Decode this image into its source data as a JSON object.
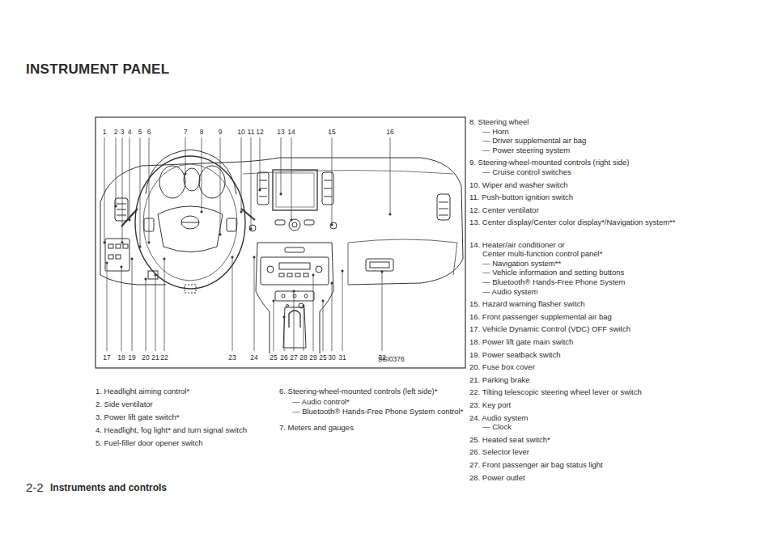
{
  "diagram": {
    "title": "INSTRUMENT PANEL",
    "labels": [
      "1",
      "2",
      "3",
      "4",
      "5",
      "6",
      "7",
      "8",
      "9",
      "10",
      "11",
      "12",
      "13",
      "14",
      "15",
      "16",
      "17",
      "18",
      "19",
      "20",
      "21",
      "22",
      "23",
      "24",
      "25",
      "26",
      "27",
      "28",
      "29",
      "25",
      "30",
      "31",
      "32",
      "SSI0376",
      "1. Headlight aiming control*",
      "2. Side ventilator",
      "3. Power lift gate switch*",
      "4. Headlight, fog light* and turn signal switch",
      "5. Fuel-filler door opener switch",
      "6. Steering-wheel-mounted controls (left side)*",
      "— Audio control*",
      "— Bluetooth® Hands-Free Phone System control*",
      "7. Meters and gauges",
      "8. Steering wheel",
      "— Horn",
      "— Driver supplemental air bag",
      "— Power steering system",
      "9. Steering-wheel-mounted controls (right side)",
      "— Cruise control switches",
      "10. Wiper and washer switch",
      "11. Push-button ignition switch",
      "12. Center ventilator",
      "13. Center display/Center color display*/Navigation system**",
      "14. Heater/air conditioner or",
      "Center multi-function control panel*",
      "— Navigation system**",
      "— Vehicle information and setting buttons",
      "— Bluetooth® Hands-Free Phone System",
      "— Audio system",
      "15. Hazard warning flasher switch",
      "16. Front passenger supplemental air bag",
      "17. Vehicle Dynamic Control (VDC) OFF switch",
      "18. Power lift gate main switch",
      "19. Power seatback switch",
      "20. Fuse box cover",
      "21. Parking brake",
      "22. Tilting telescopic steering wheel lever or switch",
      "23. Key port",
      "24. Audio system",
      "— Clock",
      "25. Heated seat switch*",
      "26. Selector lever",
      "27. Front passenger air bag status light",
      "28. Power outlet",
      "2-2",
      "Instruments and controls"
    ]
  }
}
